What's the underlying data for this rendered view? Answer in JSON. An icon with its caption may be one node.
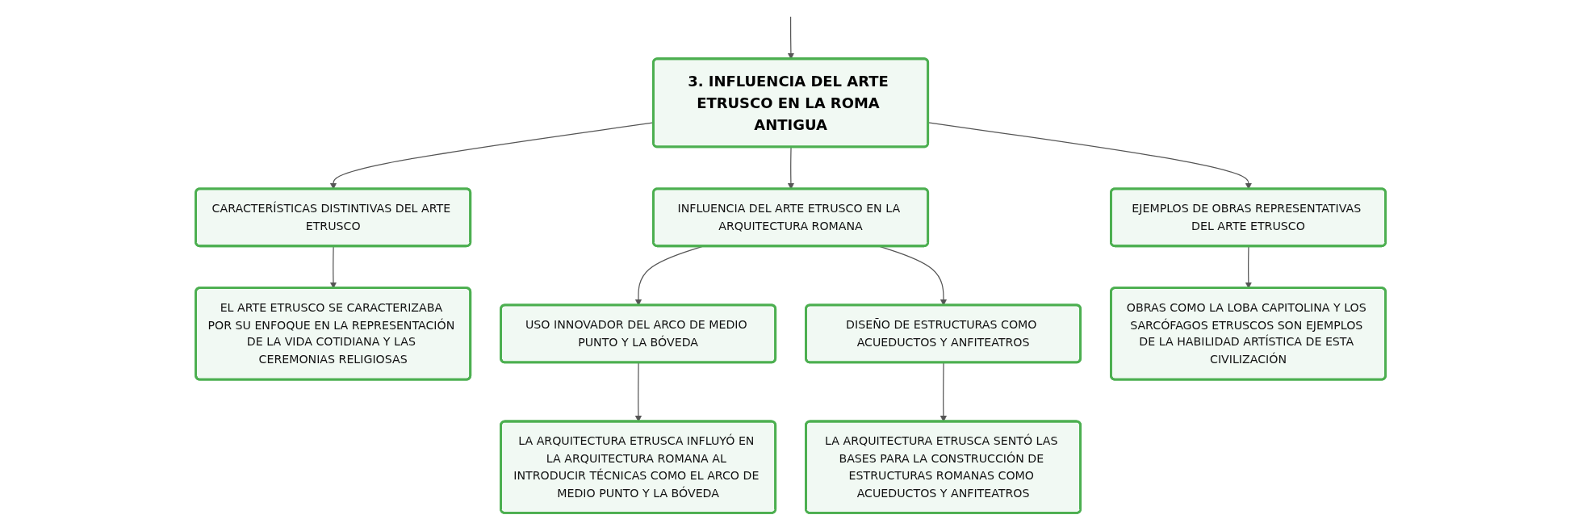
{
  "diagram": {
    "nodes": [
      {
        "text": [
          "3. INFLUENCIA DEL ARTE ETRUSCO EN LA ROMA ANTIGUA"
        ]
      },
      {
        "text": [
          "CARACTERÍSTICAS DISTINTIVAS DEL ARTE ETRUSCO"
        ]
      },
      {
        "text": [
          "INFLUENCIA DEL ARTE ETRUSCO EN LA ARQUITECTURA ROMANA"
        ]
      },
      {
        "text": [
          "EJEMPLOS DE OBRAS REPRESENTATIVAS DEL ARTE ETRUSCO"
        ]
      },
      {
        "text": [
          "EL ARTE ETRUSCO SE CARACTERIZABA POR SU ENFOQUE EN LA REPRESENTACIÓN DE LA VIDA COTIDIANA Y LAS CEREMONIAS RELIGIOSAS"
        ]
      },
      {
        "text": [
          "USO INNOVADOR DEL ARCO DE MEDIO PUNTO Y LA BÓVEDA"
        ]
      },
      {
        "text": [
          "DISEÑO DE ESTRUCTURAS COMO ACUEDUCTOS Y ANFITEATROS"
        ]
      },
      {
        "text": [
          "LA ARQUITECTURA ETRUSCA INFLUYÓ EN LA ARQUITECTURA ROMANA AL INTRODUCIR TÉCNICAS COMO EL ARCO DE MEDIO PUNTO Y LA BÓVEDA"
        ]
      },
      {
        "text": [
          "LA ARQUITECTURA ETRUSCA SENTÓ LAS BASES PARA LA CONSTRUCCIÓN DE ESTRUCTURAS ROMANAS COMO ACUEDUCTOS Y ANFITEATROS"
        ]
      },
      {
        "text": [
          "OBRAS COMO LA LOBA CAPITOLINA Y LOS SARCÓFAGOS ETRUSCOS SON EJEMPLOS DE LA HABILIDAD ARTÍSTICA DE ESTA CIVILIZACIÓN"
        ]
      }
    ],
    "edges": [
      {
        "from": null,
        "to": 0,
        "arrow": "to"
      },
      {
        "from": 0,
        "to": 1,
        "arrow": "to"
      },
      {
        "from": 0,
        "to": 2,
        "arrow": "to"
      },
      {
        "from": 0,
        "to": 3,
        "arrow": "to"
      },
      {
        "from": 1,
        "to": 4,
        "arrow": "to"
      },
      {
        "from": 2,
        "to": 5,
        "arrow": "to"
      },
      {
        "from": 2,
        "to": 6,
        "arrow": "to"
      },
      {
        "from": 5,
        "to": 7,
        "arrow": "to"
      },
      {
        "from": 6,
        "to": 8,
        "arrow": "to"
      },
      {
        "from": 3,
        "to": 9,
        "arrow": "to"
      }
    ]
  }
}
